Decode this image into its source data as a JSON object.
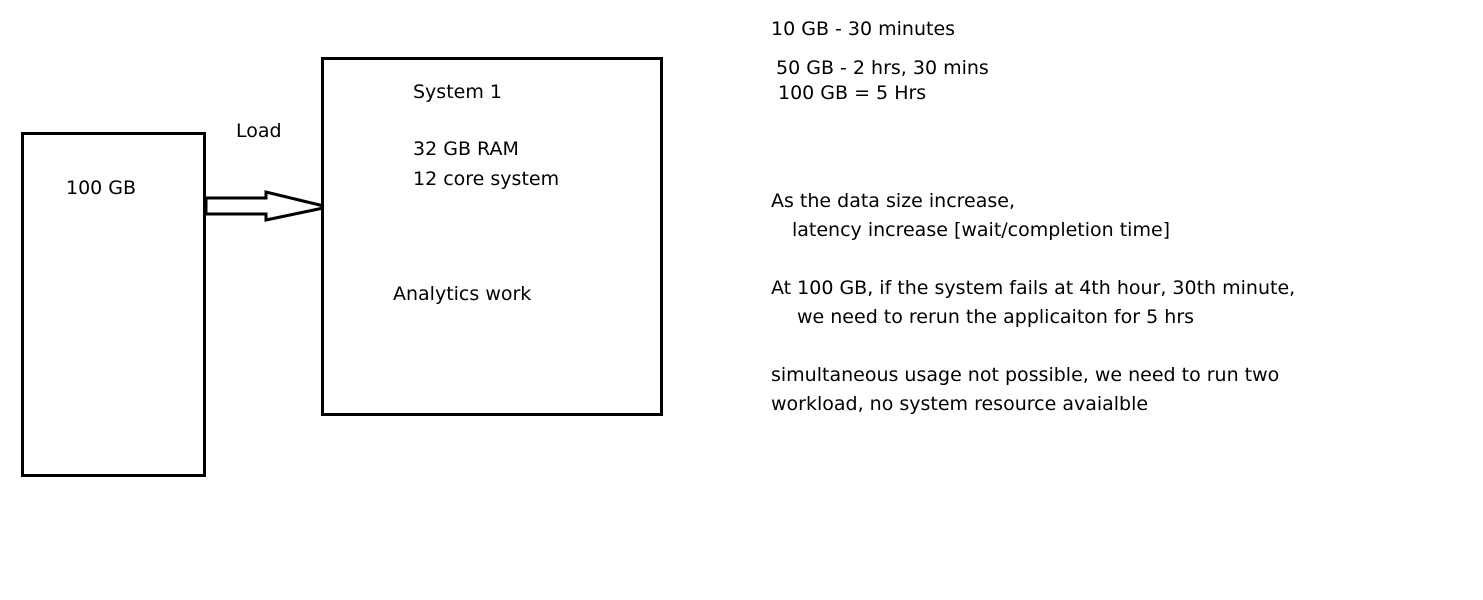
{
  "source_box": {
    "label": "100 GB"
  },
  "arrow": {
    "label": "Load"
  },
  "system_box": {
    "title": "System 1",
    "ram": "32 GB RAM",
    "cores": "12 core system",
    "work": "Analytics work"
  },
  "timings": [
    "10 GB - 30 minutes",
    "50 GB - 2 hrs, 30 mins",
    "100 GB = 5 Hrs"
  ],
  "notes": {
    "latency_line1": "As the data size increase,",
    "latency_line2": "latency increase [wait/completion time]",
    "failure_line1": "At 100 GB, if the system fails at 4th hour, 30th minute,",
    "failure_line2": "we need to rerun the applicaiton for 5 hrs",
    "concurrency_line1": "simultaneous usage not possible, we need to run two",
    "concurrency_line2": "workload, no system resource avaialble"
  }
}
